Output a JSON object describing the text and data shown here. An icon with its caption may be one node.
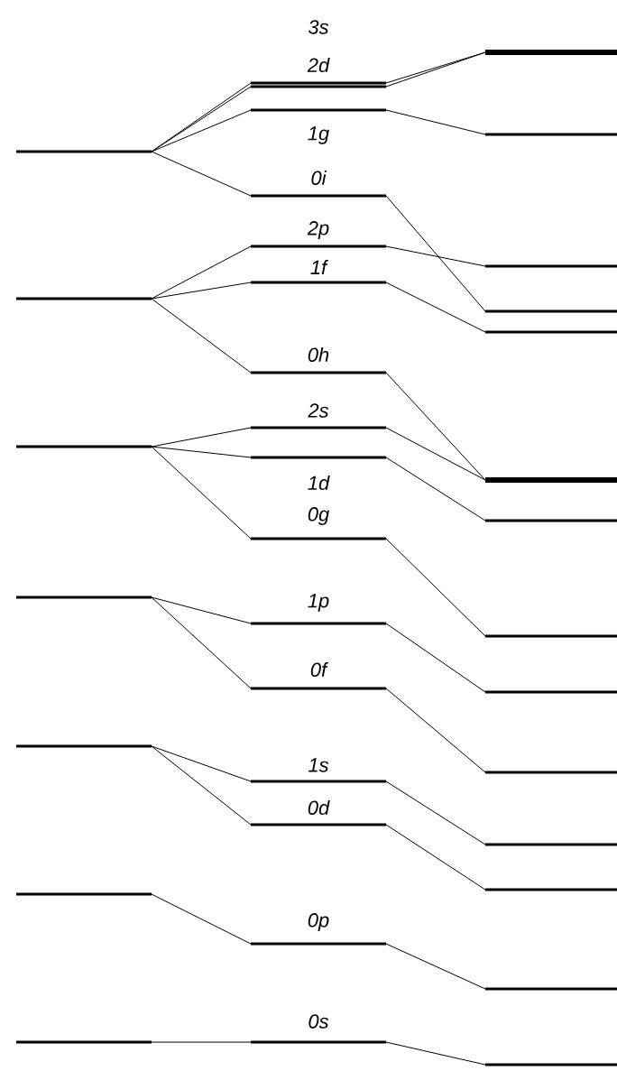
{
  "diagram": {
    "nodes": [
      {
        "text": [],
        "shape": "bar"
      },
      {
        "text": [],
        "shape": "bar"
      },
      {
        "text": [],
        "shape": "bar"
      },
      {
        "text": [],
        "shape": "bar"
      },
      {
        "text": [],
        "shape": "bar"
      },
      {
        "text": [],
        "shape": "bar"
      },
      {
        "text": [],
        "shape": "bar"
      },
      {
        "text": [
          "3s"
        ]
      },
      {
        "text": [
          "2d"
        ]
      },
      {
        "text": [
          "1g"
        ]
      },
      {
        "text": [
          "0i"
        ]
      },
      {
        "text": [
          "2p"
        ]
      },
      {
        "text": [
          "1f"
        ]
      },
      {
        "text": [
          "0h"
        ]
      },
      {
        "text": [
          "2s"
        ]
      },
      {
        "text": [
          "1d"
        ]
      },
      {
        "text": [
          "0g"
        ]
      },
      {
        "text": [
          "1p"
        ]
      },
      {
        "text": [
          "0f"
        ]
      },
      {
        "text": [
          "1s"
        ]
      },
      {
        "text": [
          "0d"
        ]
      },
      {
        "text": [
          "0p"
        ]
      },
      {
        "text": [
          "0s"
        ]
      },
      {
        "text": [],
        "shape": "bar"
      },
      {
        "text": [],
        "shape": "bar"
      },
      {
        "text": [],
        "shape": "bar"
      },
      {
        "text": [],
        "shape": "bar"
      },
      {
        "text": [],
        "shape": "bar"
      },
      {
        "text": [],
        "shape": "bar"
      },
      {
        "text": [],
        "shape": "bar"
      },
      {
        "text": [],
        "shape": "bar"
      },
      {
        "text": [],
        "shape": "bar"
      },
      {
        "text": [],
        "shape": "bar"
      },
      {
        "text": [],
        "shape": "bar"
      },
      {
        "text": [],
        "shape": "bar"
      },
      {
        "text": [],
        "shape": "bar"
      },
      {
        "text": [],
        "shape": "bar"
      }
    ],
    "edges": [
      {
        "from": 0,
        "to": 7,
        "arrow": "none"
      },
      {
        "from": 0,
        "to": 8,
        "arrow": "none"
      },
      {
        "from": 0,
        "to": 9,
        "arrow": "none"
      },
      {
        "from": 0,
        "to": 10,
        "arrow": "none"
      },
      {
        "from": 1,
        "to": 11,
        "arrow": "none"
      },
      {
        "from": 1,
        "to": 12,
        "arrow": "none"
      },
      {
        "from": 1,
        "to": 13,
        "arrow": "none"
      },
      {
        "from": 2,
        "to": 14,
        "arrow": "none"
      },
      {
        "from": 2,
        "to": 15,
        "arrow": "none"
      },
      {
        "from": 2,
        "to": 16,
        "arrow": "none"
      },
      {
        "from": 3,
        "to": 17,
        "arrow": "none"
      },
      {
        "from": 3,
        "to": 18,
        "arrow": "none"
      },
      {
        "from": 4,
        "to": 19,
        "arrow": "none"
      },
      {
        "from": 4,
        "to": 20,
        "arrow": "none"
      },
      {
        "from": 5,
        "to": 21,
        "arrow": "none"
      },
      {
        "from": 6,
        "to": 22,
        "arrow": "none"
      },
      {
        "from": 7,
        "to": 23,
        "arrow": "none"
      },
      {
        "from": 8,
        "to": 23,
        "arrow": "none"
      },
      {
        "from": 9,
        "to": 24,
        "arrow": "none"
      },
      {
        "from": 10,
        "to": 26,
        "arrow": "none"
      },
      {
        "from": 11,
        "to": 25,
        "arrow": "none"
      },
      {
        "from": 12,
        "to": 27,
        "arrow": "none"
      },
      {
        "from": 13,
        "to": 28,
        "arrow": "none"
      },
      {
        "from": 14,
        "to": 28,
        "arrow": "none"
      },
      {
        "from": 15,
        "to": 29,
        "arrow": "none"
      },
      {
        "from": 16,
        "to": 30,
        "arrow": "none"
      },
      {
        "from": 17,
        "to": 31,
        "arrow": "none"
      },
      {
        "from": 18,
        "to": 32,
        "arrow": "none"
      },
      {
        "from": 19,
        "to": 33,
        "arrow": "none"
      },
      {
        "from": 20,
        "to": 34,
        "arrow": "none"
      },
      {
        "from": 21,
        "to": 35,
        "arrow": "none"
      },
      {
        "from": 22,
        "to": 36,
        "arrow": "none"
      }
    ]
  }
}
